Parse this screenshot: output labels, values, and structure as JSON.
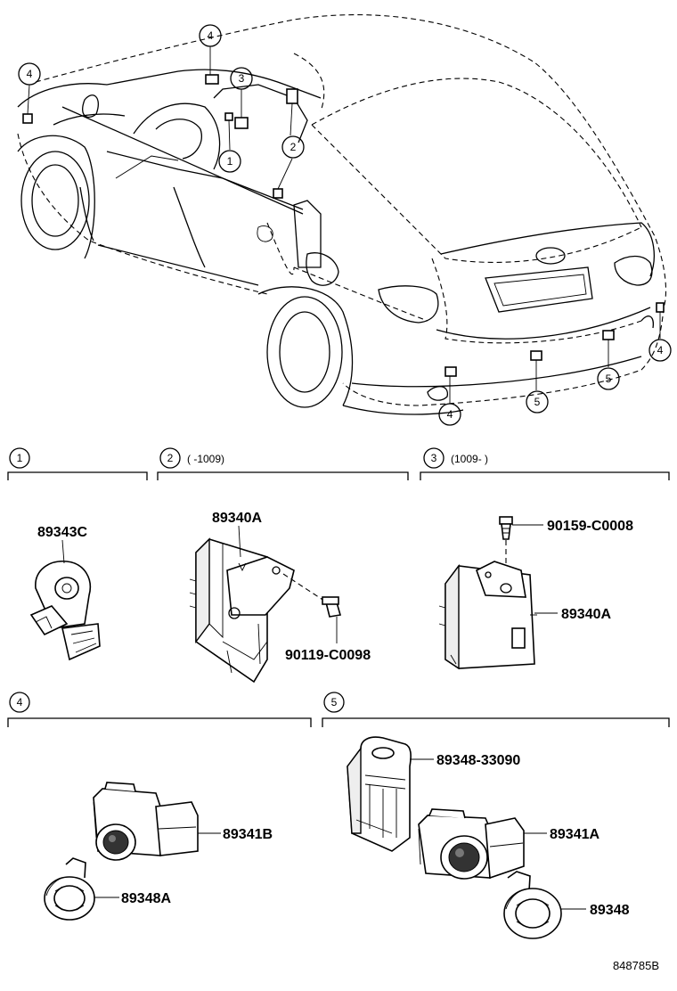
{
  "callouts": {
    "c1": "1",
    "c2": "2",
    "c3": "3",
    "c4": "4",
    "c5": "5"
  },
  "sections": {
    "s1": {
      "num": "1",
      "note": ""
    },
    "s2": {
      "num": "2",
      "note": "(      -1009)"
    },
    "s3": {
      "num": "3",
      "note": "(1009-      )"
    },
    "s4": {
      "num": "4",
      "note": ""
    },
    "s5": {
      "num": "5",
      "note": ""
    }
  },
  "parts": {
    "p1": "89343C",
    "p2_module": "89340A",
    "p2_bolt": "90119-C0098",
    "p3_bolt": "90159-C0008",
    "p3_module": "89340A",
    "p4_sensor": "89341B",
    "p4_ring": "89348A",
    "p5_bracket": "89348-33090",
    "p5_sensor": "89341A",
    "p5_ring": "89348"
  },
  "ref_code": "848785B"
}
